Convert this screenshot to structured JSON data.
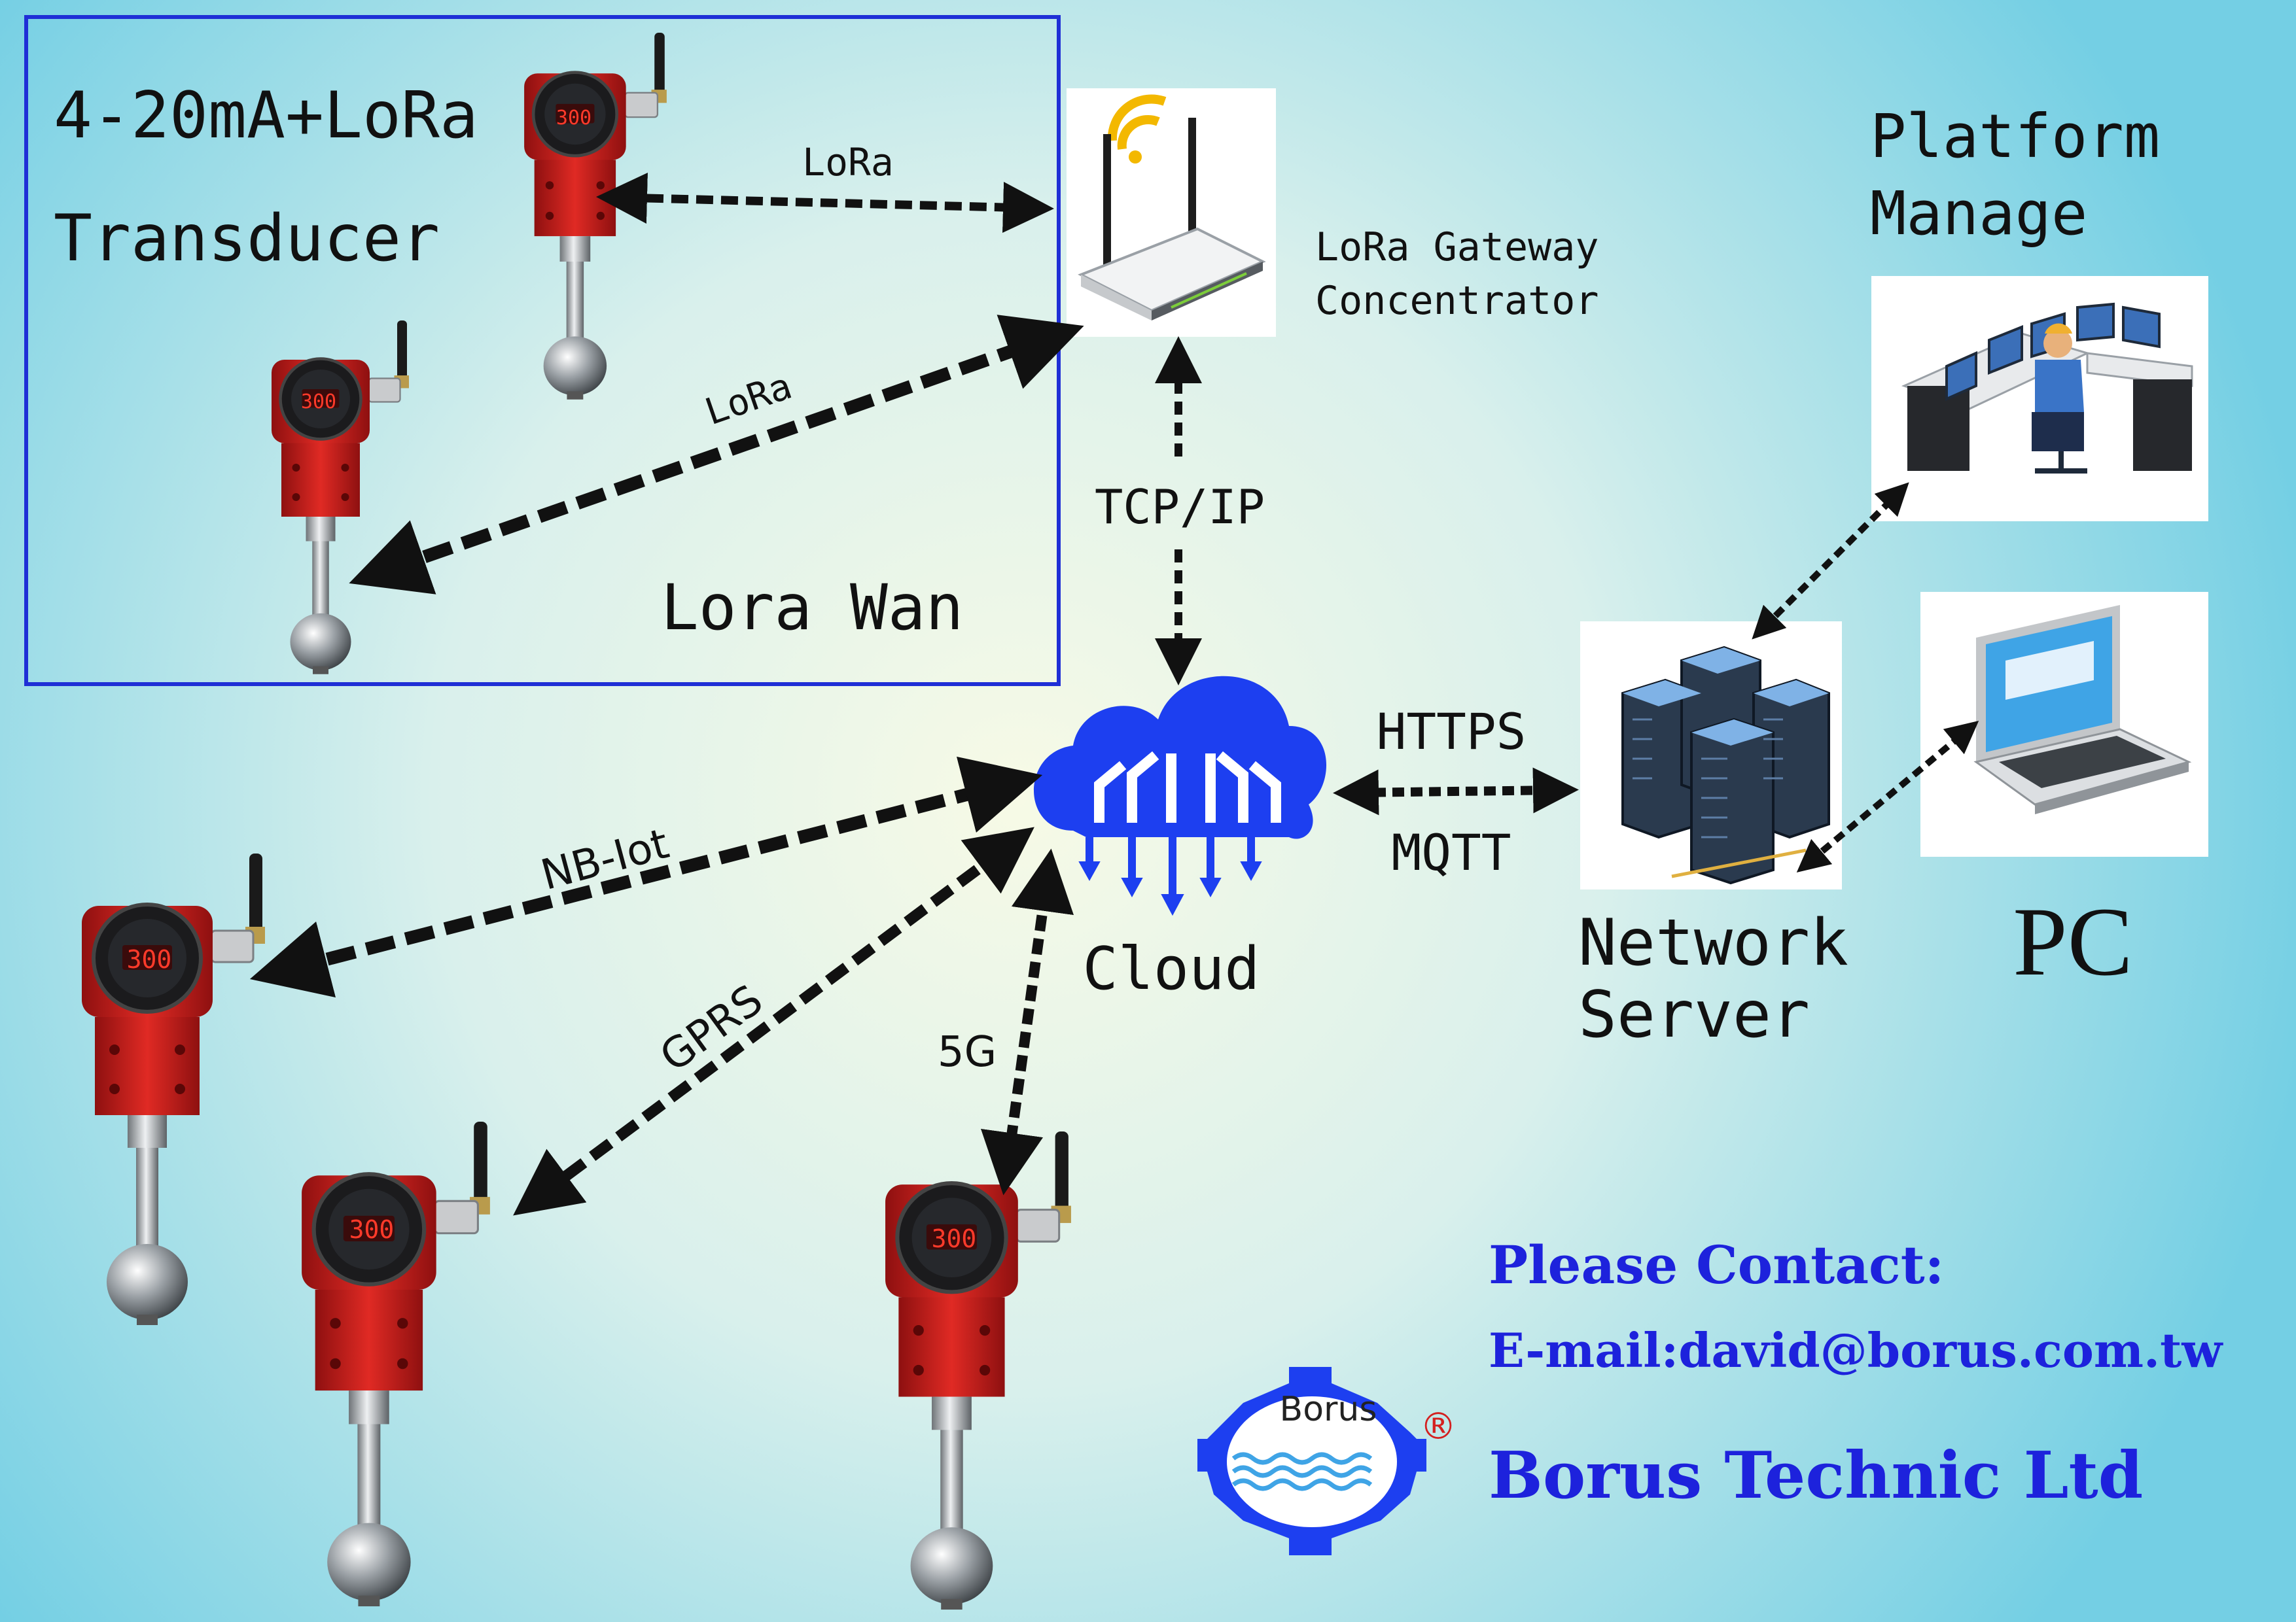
{
  "lorawan_box": {
    "title_line1": "4-20mA+LoRa",
    "title_line2": "Transducer",
    "footer": "Lora Wan"
  },
  "links": {
    "lora_top": "LoRa",
    "lora_diag": "LoRa",
    "tcpip": "TCP/IP",
    "https": "HTTPS",
    "mqtt": "MQTT",
    "nbiot": "NB-Iot",
    "gprs": "GPRS",
    "fiveg": "5G"
  },
  "nodes": {
    "gateway_line1": "LoRa Gateway",
    "gateway_line2": "Concentrator",
    "cloud": "Cloud",
    "platform_line1": "Platform",
    "platform_line2": "Manage",
    "server_line1": "Network",
    "server_line2": "Server",
    "pc": "PC"
  },
  "transducer": {
    "display": "300"
  },
  "contact": {
    "heading": "Please Contact:",
    "email": "E-mail:david@borus.com.tw",
    "company": "Borus Technic Ltd"
  },
  "logo": {
    "text": "Borus",
    "registered": "®"
  },
  "colors": {
    "background_center": "#f7fae6",
    "background_edge": "#79d2e6",
    "box_border": "#1f2fd6",
    "cloud": "#1d3ff0",
    "contact_text": "#1d22dc",
    "transducer_red": "#c81e1e",
    "arrow": "#111111"
  }
}
